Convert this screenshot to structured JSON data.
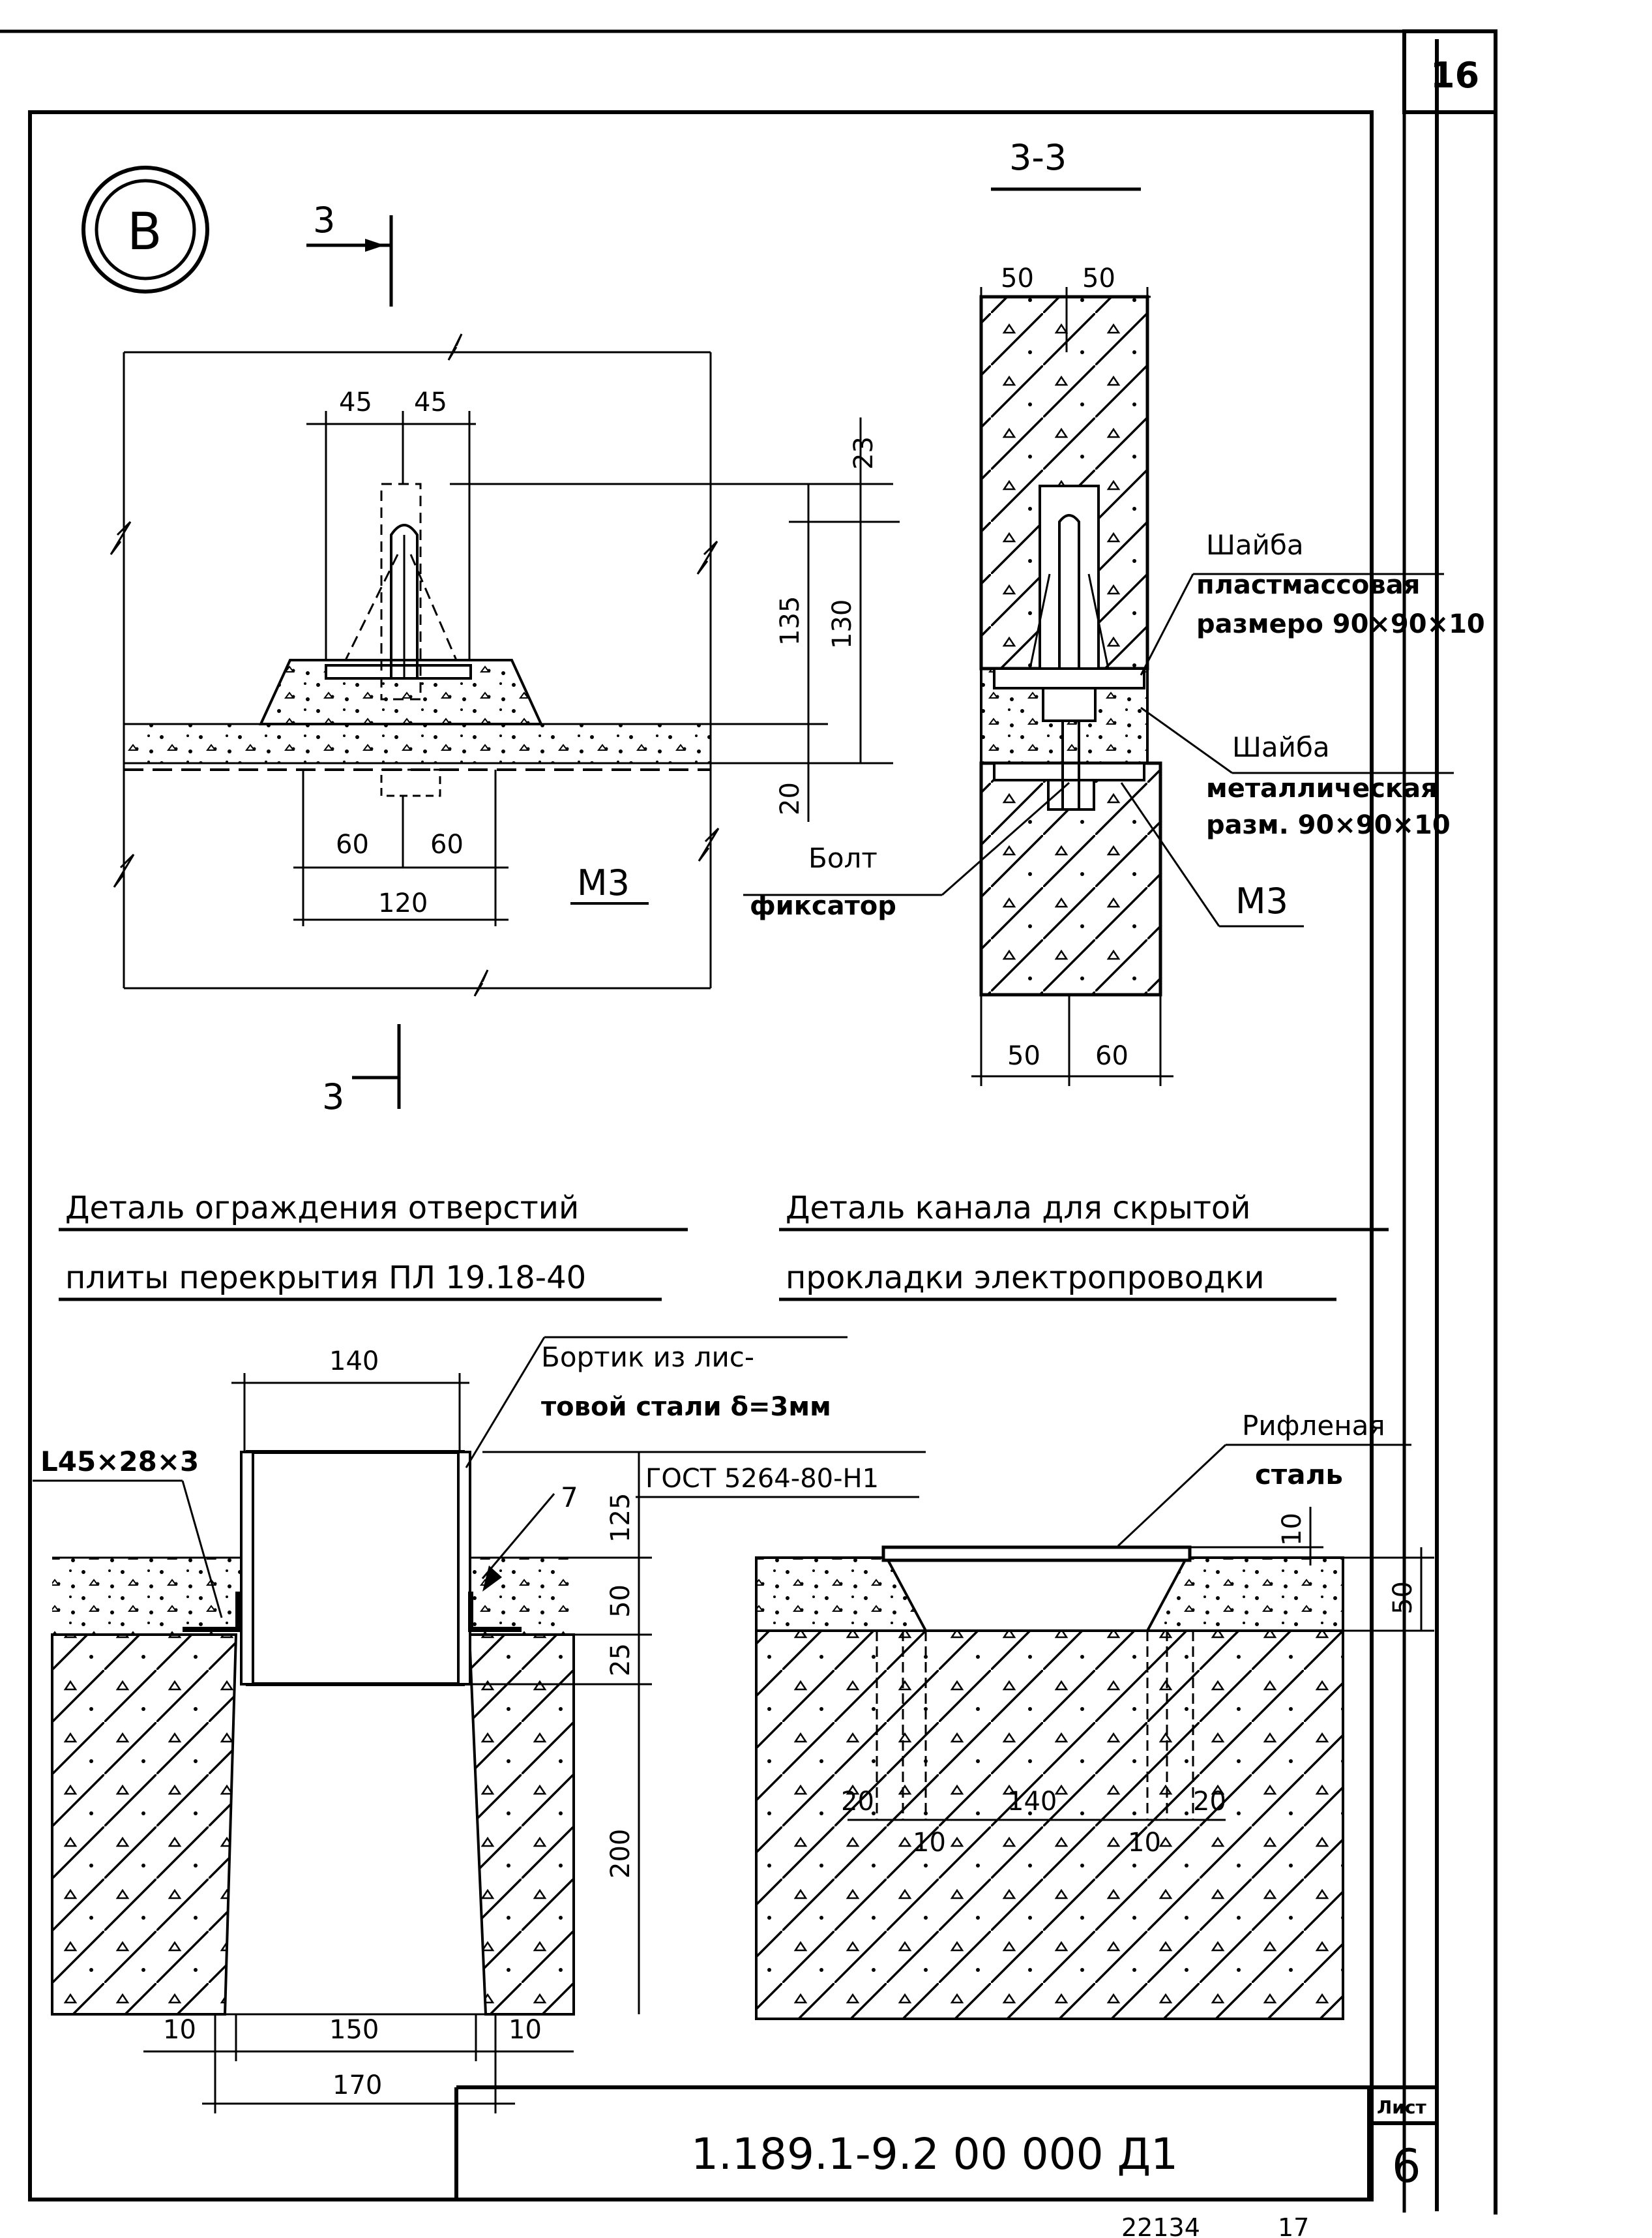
{
  "sheet": {
    "corner_number": "16",
    "document_code": "1.189.1-9.2 00 000 Д1",
    "sheet_label": "Лист",
    "sheet_number": "6",
    "bottom_numbers": [
      "22134",
      "17"
    ]
  },
  "detail_v": {
    "marker": "В",
    "section_mark": "3",
    "dims": {
      "top_left": "45",
      "top_right": "45",
      "d135": "135",
      "d130": "130",
      "d23": "23",
      "d20": "20",
      "d60a": "60",
      "d60b": "60",
      "d120": "120"
    },
    "material": "М3"
  },
  "section_33": {
    "title": "3-3",
    "dims": {
      "top_l": "50",
      "top_r": "50",
      "bot_l": "50",
      "bot_r": "60"
    },
    "washer_plastic": [
      "Шайба",
      "пластмассовая",
      "размеро 90×90×10"
    ],
    "washer_metal": [
      "Шайба",
      "металлическая",
      "разм. 90×90×10"
    ],
    "bolt": [
      "Болт",
      "фиксатор"
    ],
    "material": "М3"
  },
  "titles": {
    "left": [
      "Деталь ограждения отверстий",
      "плиты перекрытия ПЛ 19.18-40"
    ],
    "right": [
      "Деталь канала для скрытой",
      "прокладки электропроводки"
    ]
  },
  "opening_detail": {
    "angle": "L45×28×3",
    "rim": [
      "Бортик из лис-",
      "товой стали δ=3мм"
    ],
    "gost": "ГОСТ 5264-80-Н1",
    "weld": "7",
    "dims": {
      "top": "140",
      "d125": "125",
      "d50": "50",
      "d25": "25",
      "d200": "200",
      "b10l": "10",
      "b150": "150",
      "b10r": "10",
      "b170": "170"
    }
  },
  "channel_detail": {
    "label": [
      "Рифленая",
      "сталь"
    ],
    "dims": {
      "d10": "10",
      "d50": "50",
      "d20l": "20",
      "d140": "140",
      "d20r": "20",
      "d10l": "10",
      "d10r": "10"
    }
  }
}
